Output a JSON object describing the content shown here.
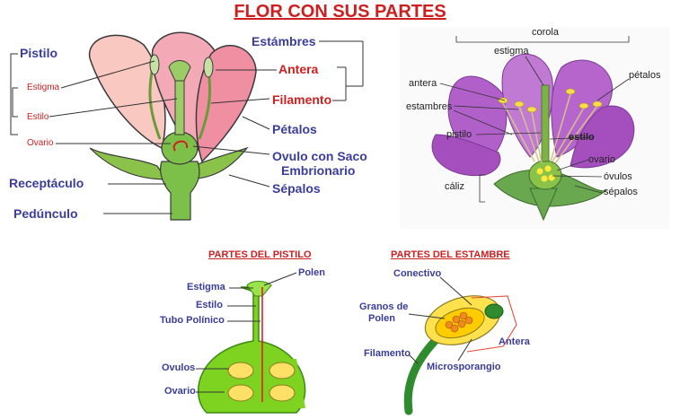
{
  "title": "FLOR CON SUS PARTES",
  "main_flower": {
    "pistilo": "Pistilo",
    "estigma": "Estigma",
    "estilo": "Estilo",
    "ovario": "Ovario",
    "receptaculo": "Receptáculo",
    "pedunculo": "Pedúnculo",
    "estambres": "Estámbres",
    "antera": "Antera",
    "filamento": "Filamento",
    "petalos": "Pétalos",
    "ovulo": "Ovulo con Saco",
    "ovulo2": "Embrionario",
    "sepalos": "Sépalos"
  },
  "purple_flower": {
    "corola": "corola",
    "estigma": "estigma",
    "petalos": "pétalos",
    "antera": "antera",
    "estambres": "estambres",
    "pistilo": "pistilo",
    "estilo": "estilo",
    "ovario": "ovario",
    "ovulos": "óvulos",
    "caliz": "cáliz",
    "sepalos": "sépalos"
  },
  "pistil_parts": {
    "title": "PARTES DEL PISTILO",
    "polen": "Polen",
    "estigma": "Estigma",
    "estilo": "Estilo",
    "tubo": "Tubo Polínico",
    "ovulos": "Ovulos",
    "ovario": "Ovario"
  },
  "stamen_parts": {
    "title": "PARTES DEL ESTAMBRE",
    "conectivo": "Conectivo",
    "granos": "Granos de",
    "polen": "Polen",
    "antera": "Antera",
    "filamento": "Filamento",
    "microsporangio": "Microsporangio"
  }
}
